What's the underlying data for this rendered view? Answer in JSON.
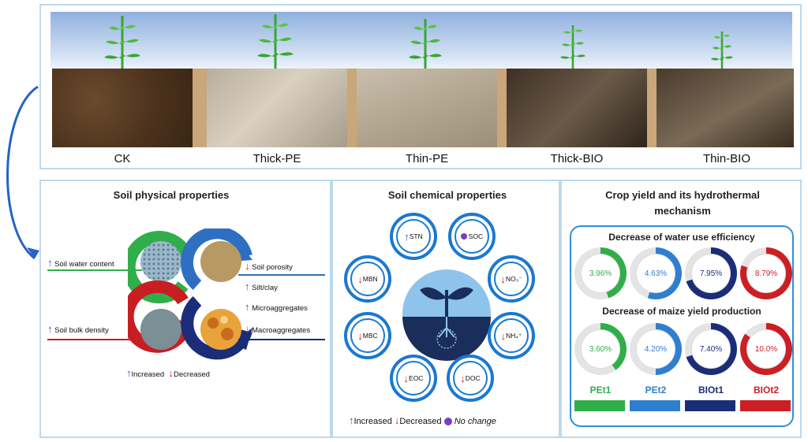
{
  "treatments": [
    "CK",
    "Thick-PE",
    "Thin-PE",
    "Thick-BIO",
    "Thin-BIO"
  ],
  "physical": {
    "title": "Soil physical properties",
    "left_labels": [
      "Soil water content",
      "Soil bulk density"
    ],
    "right_labels": [
      "Soil porosity",
      "Silt/clay",
      "Microaggregates",
      "Macroaggregates"
    ],
    "legend_increased": "Increased",
    "legend_decreased": "Decreased"
  },
  "chemical": {
    "title": "Soil chemical properties",
    "items": [
      "STN",
      "SOC",
      "NO₃⁻",
      "NH₄⁺",
      "DOC",
      "EOC",
      "MBC",
      "MBN"
    ],
    "legend_increased": "Increased",
    "legend_decreased": "Decreased",
    "legend_nochange": "No change"
  },
  "yield": {
    "title_line1": "Crop yield and its hydrothermal",
    "title_line2": "mechanism",
    "wue_title": "Decrease of water use efficiency",
    "wue_values": [
      "3.96%",
      "4.63%",
      "7.95%",
      "8.79%"
    ],
    "yield_title": "Decrease of maize yield production",
    "yield_values": [
      "3.60%",
      "4.20%",
      "7.40%",
      "10.0%"
    ],
    "groups": [
      "PEt1",
      "PEt2",
      "BIOt1",
      "BIOt2"
    ],
    "colors": [
      "#2fae4a",
      "#2f7fd0",
      "#1b2d78",
      "#cc1f24"
    ],
    "wue_fraction": [
      0.45,
      0.55,
      0.7,
      0.8
    ],
    "yield_fraction": [
      0.4,
      0.5,
      0.7,
      0.85
    ]
  }
}
